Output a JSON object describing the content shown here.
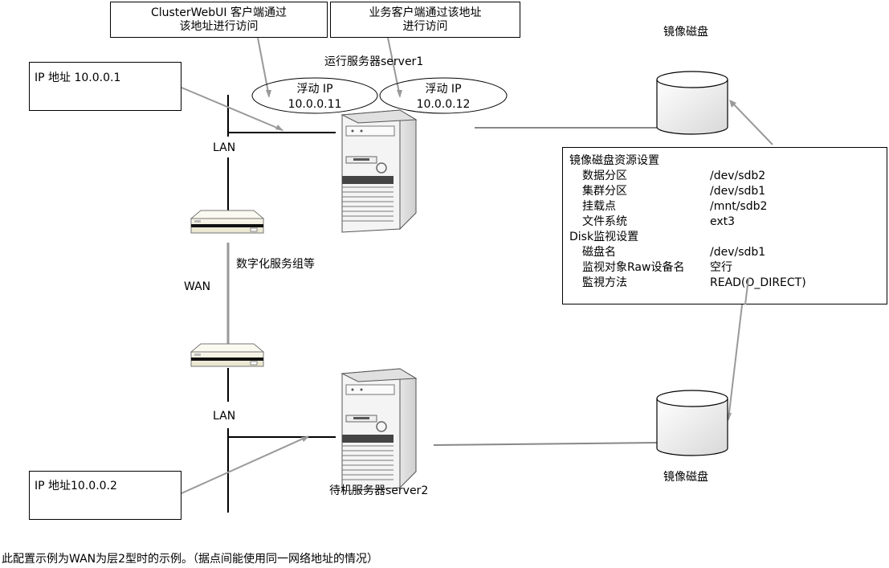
{
  "callouts": {
    "webui": {
      "line1": "ClusterWebUI 客户端通过",
      "line2": "该地址进行访问"
    },
    "business": {
      "line1": "业务客户端通过该地址",
      "line2": "进行访问"
    }
  },
  "servers": {
    "active": {
      "label": "运行服务器server1"
    },
    "standby": {
      "label": "待机服务器server2"
    }
  },
  "floating_ips": [
    {
      "title": "浮动 IP",
      "address": "10.0.0.11"
    },
    {
      "title": "浮动 IP",
      "address": "10.0.0.12"
    }
  ],
  "ip_boxes": {
    "server1": "IP 地址 10.0.0.1",
    "server2": "IP 地址10.0.0.2"
  },
  "network": {
    "lan_top": "LAN",
    "lan_bottom": "LAN",
    "wan": "WAN",
    "wan_note": "数字化服务组等"
  },
  "disks": {
    "top": "镜像磁盘",
    "bottom": "镜像磁盘"
  },
  "config": {
    "mirror_title": "镜像磁盘资源设置",
    "mirror_rows": [
      {
        "key": "数据分区",
        "value": "/dev/sdb2"
      },
      {
        "key": "集群分区",
        "value": "/dev/sdb1"
      },
      {
        "key": "挂载点",
        "value": "/mnt/sdb2"
      },
      {
        "key": "文件系统",
        "value": "ext3"
      }
    ],
    "disk_title": "Disk监视设置",
    "disk_rows": [
      {
        "key": "磁盘名",
        "value": "/dev/sdb1"
      },
      {
        "key": "监视对象Raw设备名",
        "value": "空行"
      },
      {
        "key": "監視方法",
        "value": "READ(O_DIRECT)"
      }
    ]
  },
  "footer_note": "此配置示例为WAN为层2型时的示例。（据点间能使用同一网络地址的情况）"
}
